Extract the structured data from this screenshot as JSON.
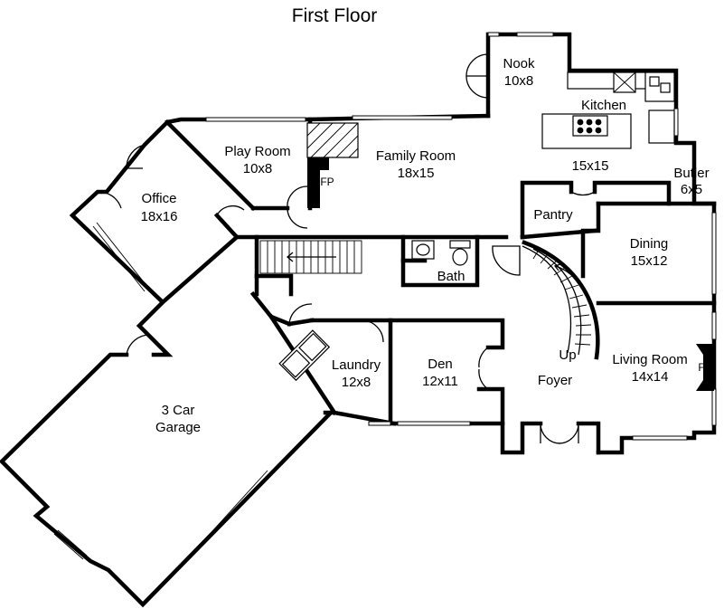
{
  "title": "First Floor",
  "rooms": {
    "nook": {
      "name": "Nook",
      "size": "10x8"
    },
    "kitchen": {
      "name": "Kitchen",
      "size": "15x15"
    },
    "butler": {
      "name": "Butler",
      "size": "6x5"
    },
    "play_room": {
      "name": "Play Room",
      "size": "10x8"
    },
    "family_room": {
      "name": "Family Room",
      "size": "18x15"
    },
    "office": {
      "name": "Office",
      "size": "18x16"
    },
    "pantry": {
      "name": "Pantry"
    },
    "dining": {
      "name": "Dining",
      "size": "15x12"
    },
    "bath": {
      "name": "Bath"
    },
    "laundry": {
      "name": "Laundry",
      "size": "12x8"
    },
    "den": {
      "name": "Den",
      "size": "12x11"
    },
    "foyer": {
      "name": "Foyer"
    },
    "living_room": {
      "name": "Living Room",
      "size": "14x14"
    },
    "garage": {
      "name": "3 Car",
      "size": "Garage"
    }
  },
  "labels": {
    "fireplace_family": "FP",
    "fireplace_living": "FP",
    "stairs_up": "Up"
  }
}
